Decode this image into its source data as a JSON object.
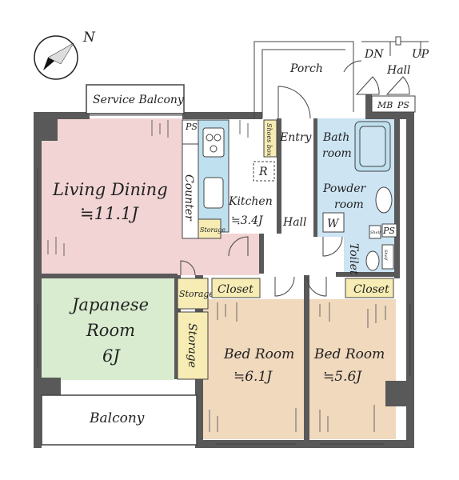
{
  "rooms": {
    "living": {
      "name": "Living Dining",
      "size": "≒11.1J",
      "color": "#f2d4d4"
    },
    "japanese": {
      "line1": "Japanese",
      "line2": "Room",
      "size": "6J",
      "color": "#d9ecd0"
    },
    "kitchen": {
      "name": "Kitchen",
      "size": "≒3.4J"
    },
    "bed1": {
      "name": "Bed Room",
      "size": "≒6.1J",
      "color": "#f1d9be"
    },
    "bed2": {
      "name": "Bed Room",
      "size": "≒5.6J",
      "color": "#f1d9be"
    },
    "bath": {
      "line1": "Bath",
      "line2": "room",
      "color": "#cde4f3"
    },
    "powder": {
      "line1": "Powder",
      "line2": "room",
      "color": "#cde4f3"
    },
    "toilet": {
      "name": "Toilet",
      "color": "#cde4f3"
    }
  },
  "labels": {
    "service_balcony": "Service Balcony",
    "balcony": "Balcony",
    "porch": "Porch",
    "entry": "Entry",
    "hall": "Hall",
    "hall_common": "Hall",
    "counter": "Counter",
    "closet": "Closet",
    "storage": "Storage",
    "storage_small": "Storage",
    "shoes_box": "Shoes box",
    "refrigerator": "R",
    "washer": "W",
    "ps": "PS",
    "mb": "MB",
    "dn": "DN",
    "up": "UP",
    "shelf": "Shelf",
    "compass_north": "N"
  },
  "colors": {
    "wall": "#595959",
    "fixture_yellow": "#f6ecb4",
    "fixture_blue": "#bfe0ee"
  }
}
